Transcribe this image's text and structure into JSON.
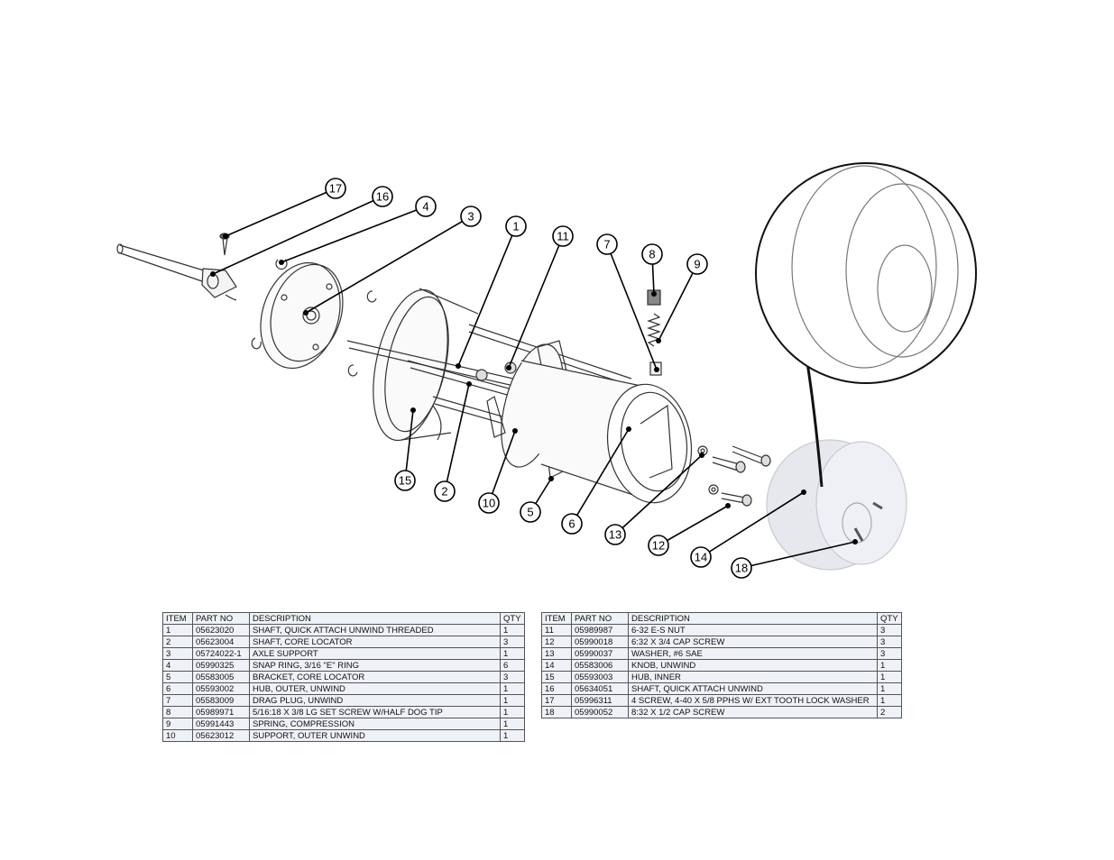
{
  "callouts": [
    "1",
    "2",
    "3",
    "4",
    "5",
    "6",
    "7",
    "8",
    "9",
    "10",
    "11",
    "12",
    "13",
    "14",
    "15",
    "16",
    "17",
    "18"
  ],
  "tables": {
    "headers": {
      "item": "ITEM",
      "part_no": "PART NO",
      "description": "DESCRIPTION",
      "qty": "QTY"
    },
    "left": [
      {
        "item": "1",
        "part_no": "05623020",
        "description": "SHAFT, QUICK ATTACH UNWIND THREADED",
        "qty": "1"
      },
      {
        "item": "2",
        "part_no": "05623004",
        "description": "SHAFT, CORE LOCATOR",
        "qty": "3"
      },
      {
        "item": "3",
        "part_no": "05724022-1",
        "description": "AXLE SUPPORT",
        "qty": "1"
      },
      {
        "item": "4",
        "part_no": "05990325",
        "description": "SNAP RING, 3/16 \"E\" RING",
        "qty": "6"
      },
      {
        "item": "5",
        "part_no": "05583005",
        "description": "BRACKET, CORE LOCATOR",
        "qty": "3"
      },
      {
        "item": "6",
        "part_no": "05593002",
        "description": "HUB, OUTER, UNWIND",
        "qty": "1"
      },
      {
        "item": "7",
        "part_no": "05583009",
        "description": "DRAG PLUG, UNWIND",
        "qty": "1"
      },
      {
        "item": "8",
        "part_no": "05989971",
        "description": "5/16:18 X 3/8 LG SET SCREW W/HALF DOG TIP",
        "qty": "1"
      },
      {
        "item": "9",
        "part_no": "05991443",
        "description": "SPRING, COMPRESSION",
        "qty": "1"
      },
      {
        "item": "10",
        "part_no": "05623012",
        "description": "SUPPORT, OUTER UNWIND",
        "qty": "1"
      }
    ],
    "right": [
      {
        "item": "11",
        "part_no": "05989987",
        "description": "6-32 E-S NUT",
        "qty": "3"
      },
      {
        "item": "12",
        "part_no": "05990018",
        "description": "6:32 X 3/4 CAP SCREW",
        "qty": "3"
      },
      {
        "item": "13",
        "part_no": "05990037",
        "description": "WASHER, #6 SAE",
        "qty": "3"
      },
      {
        "item": "14",
        "part_no": "05583006",
        "description": "KNOB, UNWIND",
        "qty": "1"
      },
      {
        "item": "15",
        "part_no": "05593003",
        "description": "HUB, INNER",
        "qty": "1"
      },
      {
        "item": "16",
        "part_no": "05634051",
        "description": "SHAFT, QUICK ATTACH UNWIND",
        "qty": "1"
      },
      {
        "item": "17",
        "part_no": "05996311",
        "description": "4 SCREW, 4-40 X 5/8 PPHS W/ EXT TOOTH LOCK WASHER",
        "qty": "1"
      },
      {
        "item": "18",
        "part_no": "05990052",
        "description": "8:32 X 1/2 CAP SCREW",
        "qty": "2"
      }
    ]
  }
}
